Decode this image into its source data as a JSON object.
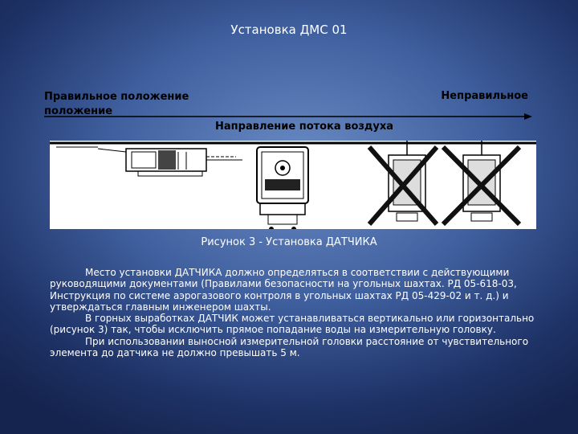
{
  "slide": {
    "title": "Установка ДМС 01",
    "correct_label_line1": "Правильное положение",
    "correct_label_line2": "положение",
    "incorrect_label": "Неправильное",
    "flow_direction": "Направление потока воздуха",
    "figure_caption": "Рисунок 3 - Установка ДАТЧИКА"
  },
  "body": {
    "p1": "Место установки ДАТЧИКА должно определяться в соответствии с действующими руководящими документами (Правилами безопасности на угольных шахтах. РД 05-618-03, Инструкция по системе аэрогазового контроля в угольных шахтах РД 05-429-02 и т. д.) и утверждаться главным инженером шахты.",
    "p2": "В горных выработках ДАТЧИК может устанавливаться вертикально или горизонтально (рисунок 3) так, чтобы исключить прямое попадание воды на измерительную головку.",
    "p3": "При использовании выносной измерительной головки расстояние от чувствительного элемента до датчика не должно превышать 5 м."
  },
  "colors": {
    "background_center": "#6a8cc4",
    "background_edge": "#15244e",
    "title_text": "#ffffff",
    "label_text": "#000000"
  }
}
